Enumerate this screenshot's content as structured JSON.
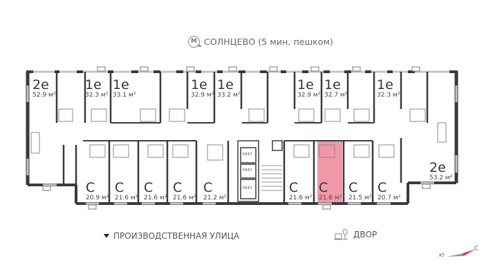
{
  "header": {
    "metro_icon": "metro-icon",
    "metro_letter": "M",
    "metro_label": "СОЛНЦЕВО (5 мин. пешком)"
  },
  "units_top": [
    {
      "type": "2е",
      "area": "52.9 м²"
    },
    {
      "type": "1е",
      "area": "32.3 м²"
    },
    {
      "type": "1е",
      "area": "33.1 м²"
    },
    {
      "type": "1е",
      "area": "32.9 м²"
    },
    {
      "type": "1е",
      "area": "33.2 м²"
    },
    {
      "type": "1е",
      "area": "32.9 м²"
    },
    {
      "type": "1е",
      "area": "32.7 м²"
    },
    {
      "type": "1е",
      "area": "32.3 м²"
    }
  ],
  "units_bottom": [
    {
      "type": "С",
      "area": "20.9 м²"
    },
    {
      "type": "С",
      "area": "21.6 м²"
    },
    {
      "type": "С",
      "area": "21.6 м²"
    },
    {
      "type": "С",
      "area": "21.6 м²"
    },
    {
      "type": "С",
      "area": "21.2 м²"
    },
    {
      "type": "С",
      "area": "21.6 м²"
    },
    {
      "type": "С",
      "area": "21.6 м²",
      "highlighted": true
    },
    {
      "type": "С",
      "area": "21.5 м²"
    },
    {
      "type": "С",
      "area": "20.7 м²"
    }
  ],
  "unit_right": {
    "type": "2е",
    "area": "53.2 м²"
  },
  "lifts": [
    "ЛИФТ",
    "ЛИФТ",
    "ЛИФТ"
  ],
  "footer": {
    "street_label": "ПРОИЗВОДСТВЕННАЯ УЛИЦА",
    "yard_label": "ДВОР"
  },
  "compass": {
    "south": "Ю",
    "north": "С"
  },
  "colors": {
    "highlight": "#ee8699",
    "wall": "#3a3a3a",
    "window": "#bdbdbd",
    "compass_north": "#d8234a",
    "compass_south": "#999999"
  }
}
